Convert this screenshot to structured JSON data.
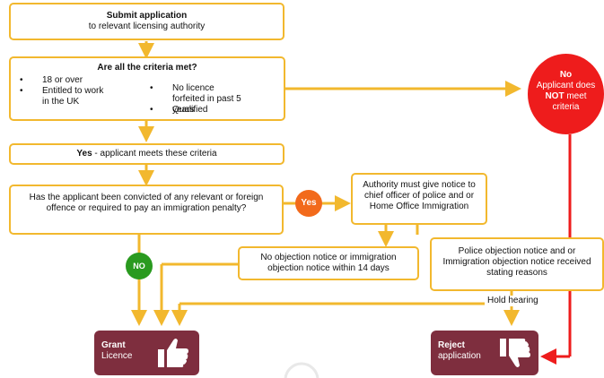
{
  "submit": {
    "title": "Submit application",
    "subtitle": "to relevant licensing authority"
  },
  "criteria": {
    "title": "Are all the criteria met?",
    "left": [
      "18 or over",
      "Entitled to work in the UK"
    ],
    "right": [
      "No licence forfeited in past 5 years",
      "Qualified"
    ]
  },
  "yes_box": {
    "bold": "Yes",
    "text": " - applicant meets these criteria"
  },
  "convicted": {
    "text": "Has the applicant been convicted of any relevant or foreign offence or required to pay an immigration penalty?"
  },
  "yes_badge": "Yes",
  "no_badge": "NO",
  "notice": {
    "text": "Authority must give notice to chief officer of police and or Home Office Immigration"
  },
  "no_objection": {
    "text": "No objection notice or immigration objection notice within 14 days"
  },
  "police_objection": {
    "text": "Police objection notice and or Immigration objection notice received stating reasons"
  },
  "hold_hearing": "Hold hearing",
  "fail": {
    "title": "No",
    "line1": "Applicant does",
    "bold": "NOT",
    "line2": " meet",
    "line3": "criteria"
  },
  "grant": {
    "title": "Grant",
    "subtitle": "Licence"
  },
  "reject": {
    "title": "Reject",
    "subtitle": "application"
  },
  "colors": {
    "box_border": "#f2b82e",
    "arrow": "#f2b82e",
    "red": "#ee1c1c",
    "orange": "#f26a1b",
    "green": "#2a9a1f",
    "maroon": "#7e2e3e"
  }
}
